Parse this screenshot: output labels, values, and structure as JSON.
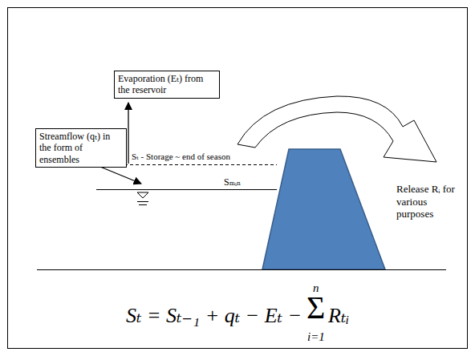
{
  "diagram": {
    "nodes": [
      {
        "text": [
          "Evaporation (Eₜ) from the reservoir"
        ]
      },
      {
        "text": [
          "Streamflow (qₜ) in the form of ensembles"
        ]
      }
    ],
    "labels": [
      "Sₜ - Storage ~ end of season",
      "Sₘᵢₙ",
      "Release Rᵢ for various purposes",
      "Sₜ = Sₜ₋₁ + qₜ − Eₜ −",
      "n",
      "Σ",
      "i=1",
      "Rₜᵢ"
    ]
  }
}
